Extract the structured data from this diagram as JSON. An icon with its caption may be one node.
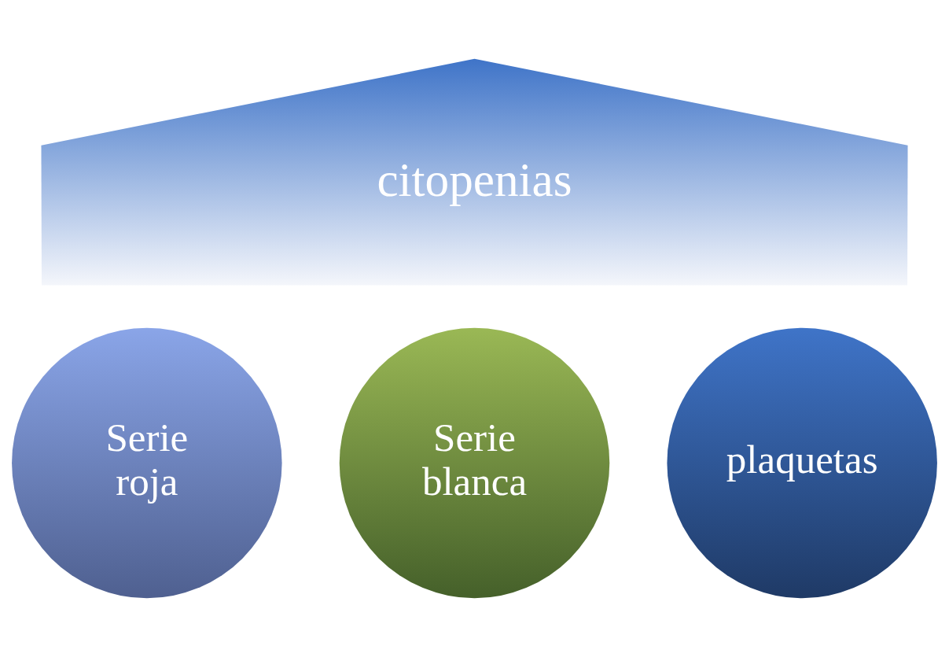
{
  "diagram": {
    "nodes": [
      {
        "text": [
          "citopenias"
        ]
      },
      {
        "text": [
          "Serie roja"
        ]
      },
      {
        "text": [
          "Serie blanca"
        ]
      },
      {
        "text": [
          "plaquetas"
        ]
      }
    ]
  }
}
